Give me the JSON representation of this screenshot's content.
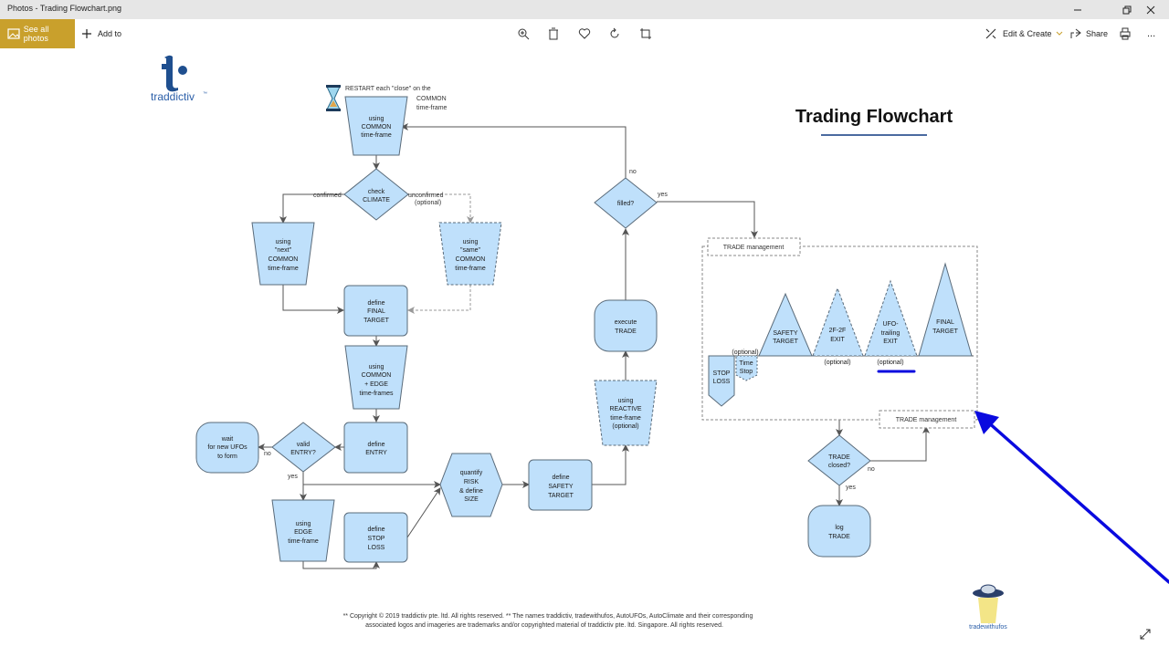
{
  "window": {
    "title": "Photos - Trading Flowchart.png",
    "controls": [
      "minimize-button",
      "restore-button",
      "close-button"
    ]
  },
  "toolbar": {
    "see_all_photos": "See all photos",
    "add_to": "Add to",
    "edit_create": "Edit & Create",
    "share": "Share",
    "more": "...",
    "center_icons": [
      "zoom-icon",
      "delete-icon",
      "heart-icon",
      "rotate-icon",
      "crop-icon"
    ],
    "accent_color": "#c9a02c"
  },
  "image": {
    "logo_text": "traddictiv",
    "logo_tm": "™",
    "title": "Trading Flowchart",
    "restart_note": "RESTART each \"close\" on the",
    "restart_note_2": "COMMON",
    "restart_note_3": "time-frame",
    "nodes": {
      "common_top": [
        "using",
        "COMMON",
        "time-frame"
      ],
      "check_climate": [
        "check",
        "CLIMATE"
      ],
      "next_common": [
        "using",
        "\"next\"",
        "COMMON",
        "time-frame"
      ],
      "same_common": [
        "using",
        "\"same\"",
        "COMMON",
        "time-frame"
      ],
      "final_target_def": [
        "define",
        "FINAL",
        "TARGET"
      ],
      "common_edge": [
        "using",
        "COMMON",
        "+ EDGE",
        "time-frames"
      ],
      "define_entry": [
        "define",
        "ENTRY"
      ],
      "valid_entry": [
        "valid",
        "ENTRY?"
      ],
      "wait": [
        "wait",
        "for new UFOs",
        "to form"
      ],
      "edge_tf": [
        "using",
        "EDGE",
        "time-frame"
      ],
      "stop_loss_def": [
        "define",
        "STOP",
        "LOSS"
      ],
      "quantify": [
        "quantify",
        "RISK",
        "& define",
        "SIZE"
      ],
      "safety_def": [
        "define",
        "SAFETY",
        "TARGET"
      ],
      "reactive": [
        "using",
        "REACTIVE",
        "time-frame",
        "(optional)"
      ],
      "execute": [
        "execute",
        "TRADE"
      ],
      "filled": [
        "filled?"
      ],
      "trade_closed": [
        "TRADE",
        "closed?"
      ],
      "log": [
        "log",
        "TRADE"
      ]
    },
    "edge_labels": {
      "confirmed": "confirmed",
      "unconfirmed": "unconfirmed",
      "optional": "(optional)",
      "no": "no",
      "yes": "yes"
    },
    "trade_mgmt": {
      "label": "TRADE management",
      "stop_loss": [
        "STOP",
        "LOSS"
      ],
      "time_stop": [
        "Time",
        "Stop"
      ],
      "time_stop_opt": "(optional)",
      "safety": [
        "SAFETY",
        "TARGET"
      ],
      "two_f": [
        "2F-2F",
        "EXIT"
      ],
      "ufo_trail": [
        "UFO-",
        "trailing",
        "EXIT"
      ],
      "final": [
        "FINAL",
        "TARGET"
      ],
      "opt1": "(optional)",
      "opt2": "(optional)"
    },
    "copyright_1": "** Copyright © 2019 traddictiv pte. ltd. All rights reserved. **   The names traddictiv, tradewithufos, AutoUFOs, AutoClimate and their corresponding",
    "copyright_2": "associated logos and imageries are trademarks and/or copyrighted material of traddictiv pte. ltd. Singapore. All rights reserved.",
    "brand2": "tradewithufos",
    "shape_fill": "#bfe0fb",
    "shape_stroke": "#5a6b7a",
    "annotation_color": "#0a0adf"
  }
}
